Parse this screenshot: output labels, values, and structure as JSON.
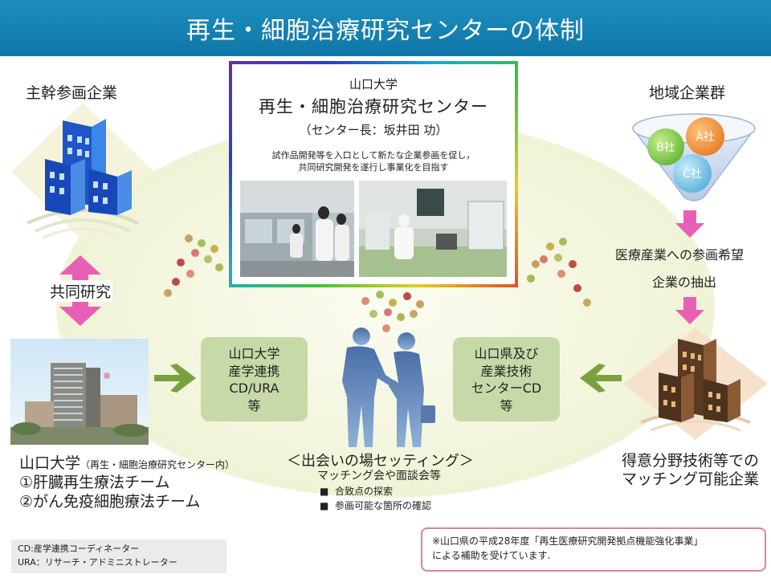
{
  "header": {
    "title": "再生・細胞治療研究センターの体制"
  },
  "left": {
    "top_label": "主幹参画企業",
    "joint_label": "共同研究",
    "univ_name": "山口大学",
    "univ_note": "（再生・細胞治療研究センター内）",
    "team1": "①肝臓再生療法チーム",
    "team2": "②がん免疫細胞療法チーム"
  },
  "center": {
    "univ": "山口大学",
    "name": "再生・細胞治療研究センター",
    "head": "（センター長：坂井田 功）",
    "desc1": "試作品開発等を入口として新たな企業参画を促し，",
    "desc2": "共同研究開発を遂行し事業化を目指す"
  },
  "right": {
    "top_label": "地域企業群",
    "company_a": "A社",
    "company_b": "B社",
    "company_c": "C社",
    "need_label": "医療産業への参画希望",
    "extract_label": "企業の抽出",
    "bottom1": "得意分野技術等での",
    "bottom2": "マッチング可能企業"
  },
  "box_left": {
    "l1": "山口大学",
    "l2": "産学連携",
    "l3": "CD/URA",
    "l4": "等"
  },
  "box_right": {
    "l1": "山口県及び",
    "l2": "産業技術",
    "l3": "センターCD",
    "l4": "等"
  },
  "meeting": {
    "title": "＜出会いの場セッティング＞",
    "sub": "マッチング会や面談会等",
    "b1": "合致点の探索",
    "b2": "参画可能な箇所の確認"
  },
  "notes": {
    "left1": "CD:産学連携コーディネーター",
    "left2": "URA：リサーチ・アドミニストレーター",
    "right1": "※山口県の平成28年度「再生医療研究開発拠点機能強化事業」",
    "right2": "による補助を受けています."
  },
  "colors": {
    "title_bar": "#1788b8",
    "arrow_pink": "#e85fb6",
    "arrow_green": "#7aa040",
    "box_green": "#c8d9a8"
  }
}
